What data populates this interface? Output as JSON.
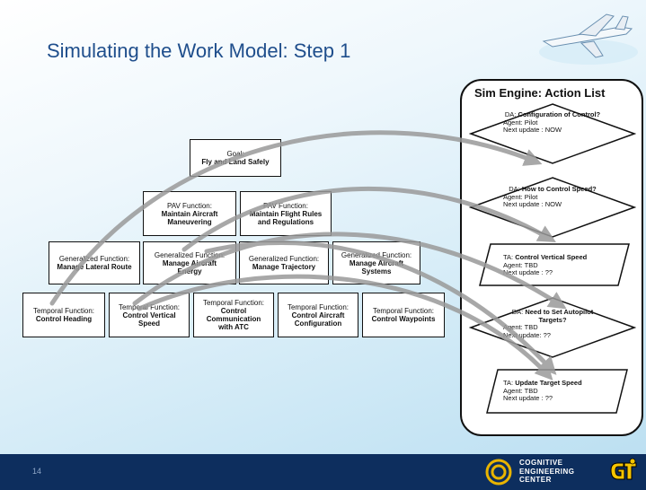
{
  "slide": {
    "title": "Simulating the Work Model: Step 1",
    "page_number": "14"
  },
  "hierarchy": {
    "goal": {
      "line1": "Goal:",
      "line2": "Fly and Land Safely"
    },
    "pav1": {
      "line1": "PAV Function:",
      "line2": "Maintain Aircraft",
      "line3": "Maneuvering"
    },
    "pav2": {
      "line1": "PAV Function:",
      "line2": "Maintain Flight Rules",
      "line3": "and Regulations"
    },
    "gen1": {
      "line1": "Generalized Function:",
      "line2": "Manage Lateral Route"
    },
    "gen2": {
      "line1": "Generalized Function:",
      "line2": "Manage Aircraft",
      "line3": "Energy"
    },
    "gen3": {
      "line1": "Generalized Function:",
      "line2": "Manage Trajectory"
    },
    "gen4": {
      "line1": "Generalized Function:",
      "line2": "Manage Aircraft",
      "line3": "Systems"
    },
    "temp1": {
      "line1": "Temporal Function:",
      "line2": "Control Heading"
    },
    "temp2": {
      "line1": "Temporal Function:",
      "line2": "Control Vertical",
      "line3": "Speed"
    },
    "temp3": {
      "line1": "Temporal Function:",
      "line2": "Control",
      "line3": "Communication",
      "line4": "with ATC"
    },
    "temp4": {
      "line1": "Temporal Function:",
      "line2": "Control Aircraft",
      "line3": "Configuration"
    },
    "temp5": {
      "line1": "Temporal Function:",
      "line2": "Control Waypoints"
    }
  },
  "sim_engine": {
    "title": "Sim Engine: Action List",
    "items": [
      {
        "prefix": "DA: ",
        "name": "Configuration of Control?",
        "agent": "Agent: Pilot",
        "update": "Next update : NOW"
      },
      {
        "prefix": "DA: ",
        "name": "How to Control Speed?",
        "agent": "Agent: Pilot",
        "update": "Next update : NOW"
      },
      {
        "prefix": "TA: ",
        "name": "Control Vertical Speed",
        "agent": "Agent: TBD",
        "update": "Next update : ??"
      },
      {
        "prefix": "DA: ",
        "name": "Need to Set Autopilot Targets?",
        "agent": "Agent: TBD",
        "update": "Next update: ??"
      },
      {
        "prefix": "TA: ",
        "name": "Update Target Speed",
        "agent": "Agent: TBD",
        "update": "Next update : ??"
      }
    ]
  },
  "logos": {
    "cec": {
      "line1": "COGNITIVE",
      "line2": "ENGINEERING",
      "line3": "CENTER"
    }
  },
  "colors": {
    "title": "#1f4e8c",
    "footer": "#0d2e5e",
    "arrow": "#9a9a9a"
  }
}
